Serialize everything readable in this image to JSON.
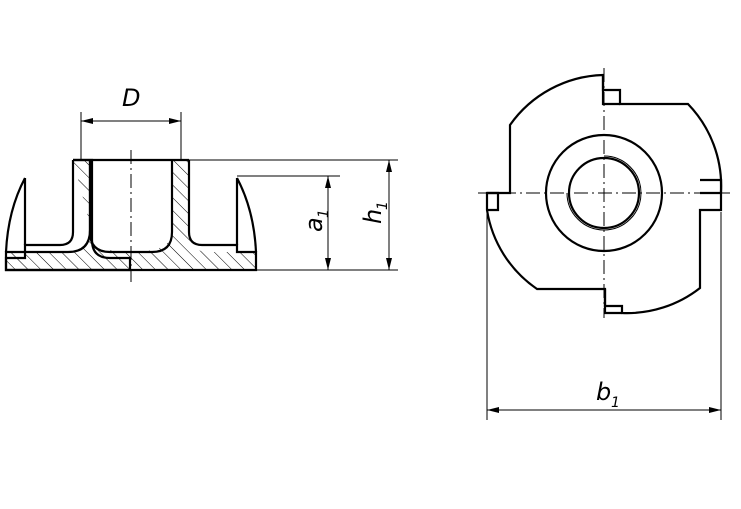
{
  "title": "",
  "labels": {
    "D": {
      "main": "D",
      "sub": ""
    },
    "a1": {
      "main": "a",
      "sub": "1"
    },
    "h1": {
      "main": "h",
      "sub": "1"
    },
    "b1": {
      "main": "b",
      "sub": "1"
    }
  },
  "colors": {
    "line": "#000000",
    "background": "#ffffff"
  }
}
